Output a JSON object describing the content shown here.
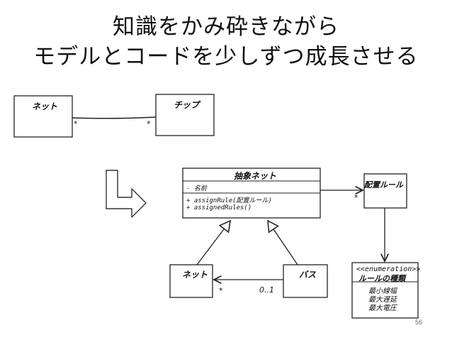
{
  "slide": {
    "title_line1": "知識をかみ砕きながら",
    "title_line2": "モデルとコードを少しずつ成長させる",
    "page_number": "56"
  },
  "before": {
    "class_a": "ネット",
    "class_b": "チップ",
    "mult_a": "*",
    "mult_b": "*"
  },
  "after": {
    "abstract_class": {
      "name": "抽象ネット",
      "attribute": "-  名前",
      "operations": [
        "+  assignRule(配置ルール)",
        "+  assignedRules()"
      ]
    },
    "placement_rule": "配置ルール",
    "placement_mult": "*",
    "net": "ネット",
    "bus": "バス",
    "bus_net_mult_left": "*",
    "bus_net_mult_right": "0..1",
    "enum": {
      "stereotype": "<<enumeration>>",
      "name": "ルールの種類",
      "values": [
        "最小線幅",
        "最大遅延",
        "最大電圧"
      ]
    }
  }
}
